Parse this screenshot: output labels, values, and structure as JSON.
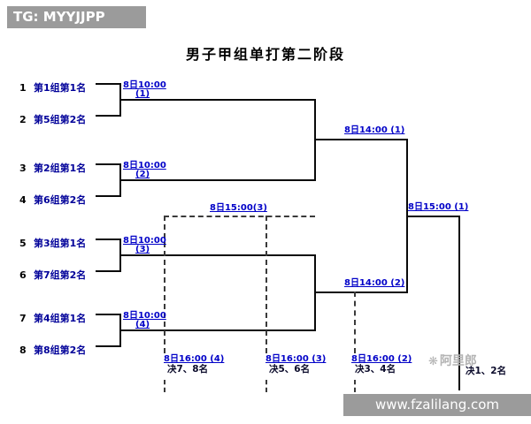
{
  "header": {
    "tag_label": "TG: MYYJJPP"
  },
  "title": "男子甲组单打第二阶段",
  "seeds": [
    {
      "num": "1",
      "name": "第1组第1名"
    },
    {
      "num": "2",
      "name": "第5组第2名"
    },
    {
      "num": "3",
      "name": "第2组第1名"
    },
    {
      "num": "4",
      "name": "第6组第2名"
    },
    {
      "num": "5",
      "name": "第3组第1名"
    },
    {
      "num": "6",
      "name": "第7组第2名"
    },
    {
      "num": "7",
      "name": "第4组第1名"
    },
    {
      "num": "8",
      "name": "第8组第2名"
    }
  ],
  "round1": [
    {
      "time": "8日10:00",
      "num": "(1)"
    },
    {
      "time": "8日10:00",
      "num": "(2)"
    },
    {
      "time": "8日10:00",
      "num": "(3)"
    },
    {
      "time": "8日10:00",
      "num": "(4)"
    }
  ],
  "semifinals": [
    {
      "label": "8日14:00 (1)"
    },
    {
      "label": "8日14:00 (2)"
    }
  ],
  "final_match": {
    "label": "8日15:00 (1)"
  },
  "consolation_semi": {
    "label": "8日15:00(3)"
  },
  "placement_matches": [
    {
      "time": "8日16:00 (4)",
      "place": "决7、8名"
    },
    {
      "time": "8日16:00 (3)",
      "place": "决5、6名"
    },
    {
      "time": "8日16:00 (2)",
      "place": "决3、4名"
    },
    {
      "time": "",
      "place": "决1、2名"
    }
  ],
  "watermark": {
    "logo_text": "阿里郎",
    "url_text": "www.fzalilang.com"
  }
}
